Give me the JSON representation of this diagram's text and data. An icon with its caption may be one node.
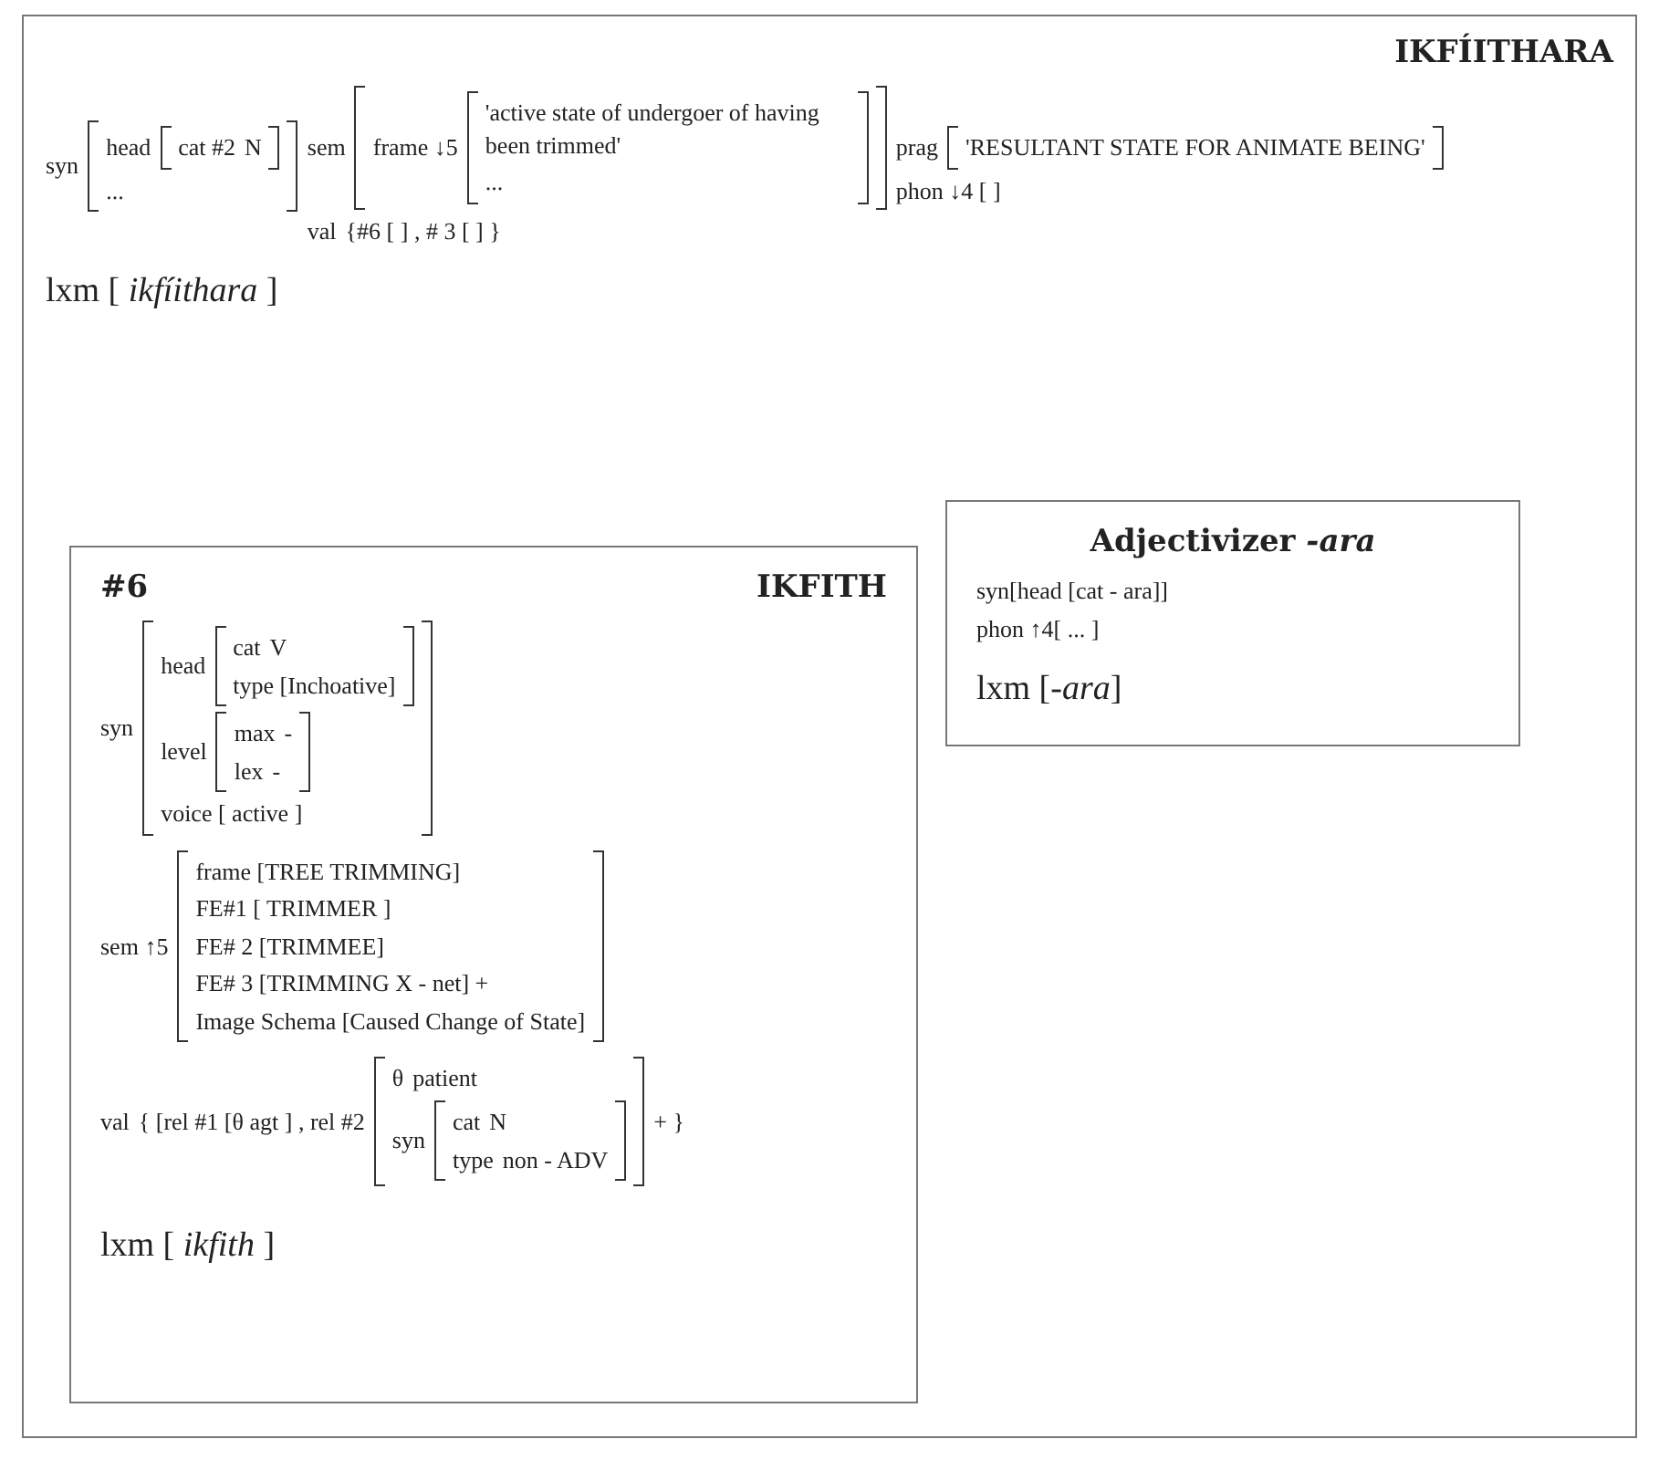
{
  "diagram": {
    "nodes": [
      {
        "text": [
          "IKFÍITHARA",
          "syn",
          "head",
          "cat #2",
          "N",
          "...",
          "sem",
          "frame ↓5",
          "'active state of undergoer of having been trimmed'",
          "...",
          "val",
          "{#6 [ ] , # 3 [ ] }",
          "prag",
          "'RESULTANT STATE FOR ANIMATE BEING'",
          "phon ↓4 [ ]",
          "lxm [ *ikfíithara* ]"
        ]
      },
      {
        "text": [
          "#6",
          "IKFITH",
          "syn",
          "head",
          "cat",
          "V",
          "type [Inchoative]",
          "level",
          "max",
          "-",
          "lex",
          "-",
          "voice [ active ]",
          "sem ↑5",
          "frame [TREE TRIMMING]",
          "FE#1 [ TRIMMER ]",
          "FE# 2 [TRIMMEE]",
          "FE# 3 [TRIMMING X - net] +",
          "Image Schema [Caused Change of State]",
          "val",
          "{ [rel #1 [θ agt ] , rel #2",
          "θ",
          "patient",
          "syn",
          "cat",
          "N",
          "type",
          "non - ADV",
          "+ }",
          "lxm [ *ikfith* ]"
        ],
        "in": 0
      },
      {
        "text": [
          "Adjectivizer *-ara*",
          "syn[head [cat - ara]]",
          "phon ↑4[ ... ]",
          "lxm [-*ara*]"
        ],
        "in": 0
      }
    ]
  }
}
